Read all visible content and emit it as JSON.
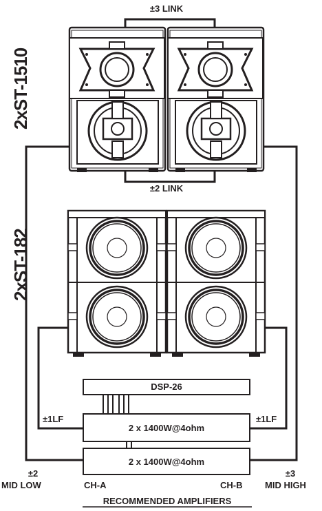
{
  "links": {
    "top_link": "±3 LINK",
    "mid_link": "±2 LINK",
    "left_lf": "±1LF",
    "right_lf": "±1LF"
  },
  "models": {
    "tops": "2xST-1510",
    "subs": "2xST-182"
  },
  "boxes": {
    "dsp": "DSP-26",
    "amp1": "2 x 1400W@4ohm",
    "amp2": "2 x 1400W@4ohm"
  },
  "outputs": {
    "left_top": "±2",
    "left_bottom": "MID LOW",
    "ch_a": "CH-A",
    "ch_b": "CH-B",
    "right_top": "±3",
    "right_bottom": "MID HIGH"
  },
  "footer": "RECOMMENDED AMPLIFIERS",
  "colors": {
    "ink": "#231f20",
    "paper": "#ffffff"
  }
}
